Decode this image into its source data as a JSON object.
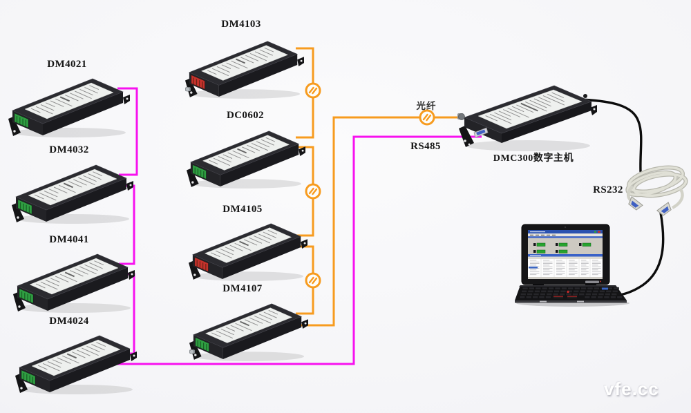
{
  "devices": [
    {
      "id": "dm4021",
      "label": "DM4021"
    },
    {
      "id": "dm4032",
      "label": "DM4032"
    },
    {
      "id": "dm4041",
      "label": "DM4041"
    },
    {
      "id": "dm4024",
      "label": "DM4024"
    },
    {
      "id": "dm4103",
      "label": "DM4103"
    },
    {
      "id": "dc0602",
      "label": "DC0602"
    },
    {
      "id": "dm4105",
      "label": "DM4105"
    },
    {
      "id": "dm4107",
      "label": "DM4107"
    }
  ],
  "host": {
    "label": "DMC300数字主机"
  },
  "links": {
    "fiber": {
      "label": "光纤",
      "color": "#f79b1e"
    },
    "rs485": {
      "label": "RS485",
      "color": "#f711ef"
    },
    "rs232": {
      "label": "RS232"
    }
  },
  "watermark": "vfe.cc"
}
